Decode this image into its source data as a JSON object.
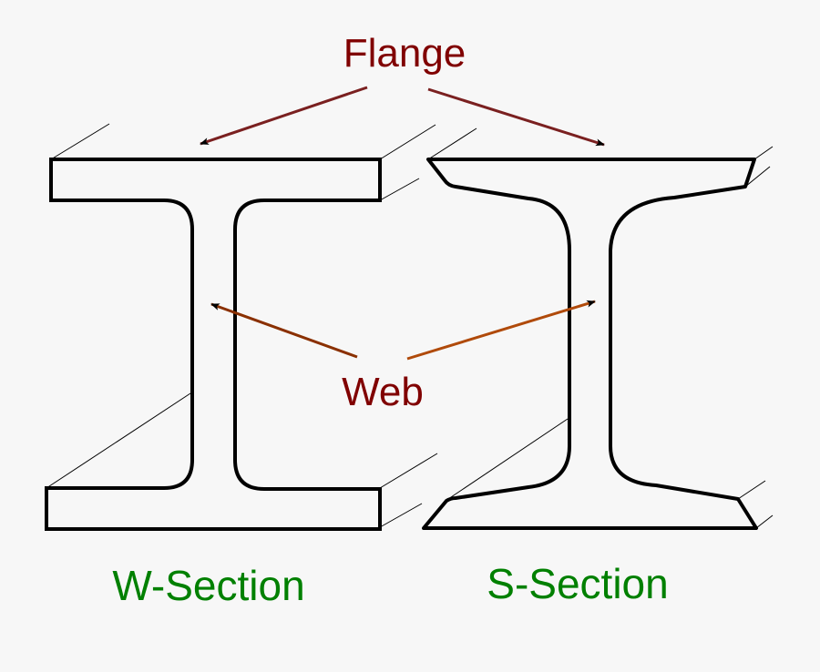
{
  "labels": {
    "flange": "Flange",
    "web": "Web",
    "w_section": "W-Section",
    "s_section": "S-Section"
  },
  "colors": {
    "background": "#f7f7f7",
    "pointer_label": "#800000",
    "section_label": "#008000",
    "flange_arrow": "#7a2020",
    "web_arrow": "#a0400a",
    "outline": "#000000"
  }
}
